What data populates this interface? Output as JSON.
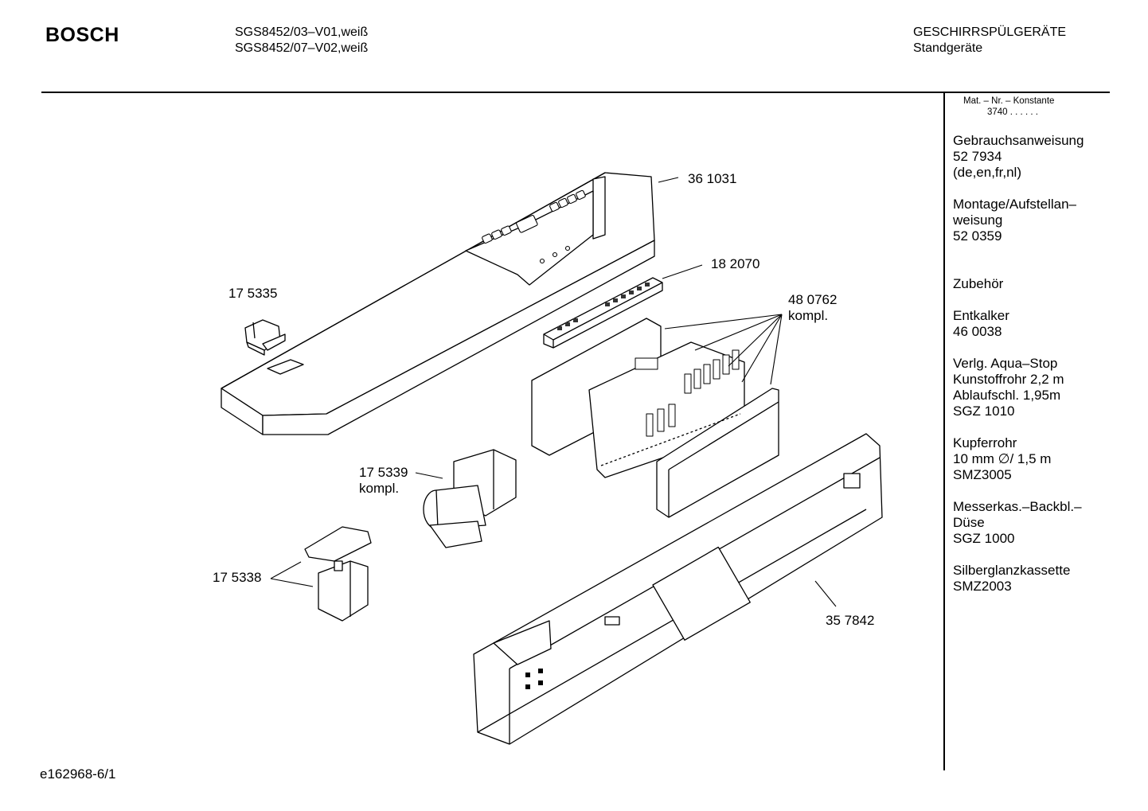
{
  "header": {
    "brand": "BOSCH",
    "models": [
      "SGS8452/03–V01,weiß",
      "SGS8452/07–V02,weiß"
    ],
    "category": [
      "GESCHIRRSPÜLGERÄTE",
      "Standgeräte"
    ]
  },
  "sidebar": {
    "konstante_label": "Mat. – Nr. – Konstante",
    "konstante_value": "3740 . . . . . .",
    "blocks": [
      {
        "lines": [
          "Gebrauchsanweisung",
          "52 7934",
          "(de,en,fr,nl)"
        ]
      },
      {
        "lines": [
          "Montage/Aufstellan–",
          "weisung",
          "52 0359"
        ]
      },
      {
        "lines": [
          "Zubehör"
        ]
      },
      {
        "lines": [
          "Entkalker",
          "46 0038"
        ]
      },
      {
        "lines": [
          "Verlg. Aqua–Stop",
          "Kunstoffrohr 2,2 m",
          "Ablaufschl. 1,95m",
          "SGZ 1010"
        ]
      },
      {
        "lines": [
          "Kupferrohr",
          "10 mm ∅/ 1,5 m",
          "SMZ3005"
        ]
      },
      {
        "lines": [
          "Messerkas.–Backbl.–",
          "Düse",
          "SGZ 1000"
        ]
      },
      {
        "lines": [
          "Silberglanzkassette",
          "SMZ2003"
        ]
      }
    ]
  },
  "parts": {
    "p361031": "36 1031",
    "p182070": "18 2070",
    "p480762": "48 0762",
    "p480762_sub": "kompl.",
    "p175335": "17 5335",
    "p175339": "17 5339",
    "p175339_sub": "kompl.",
    "p175338": "17 5338",
    "p357842": "35 7842"
  },
  "footer": "e162968-6/1"
}
